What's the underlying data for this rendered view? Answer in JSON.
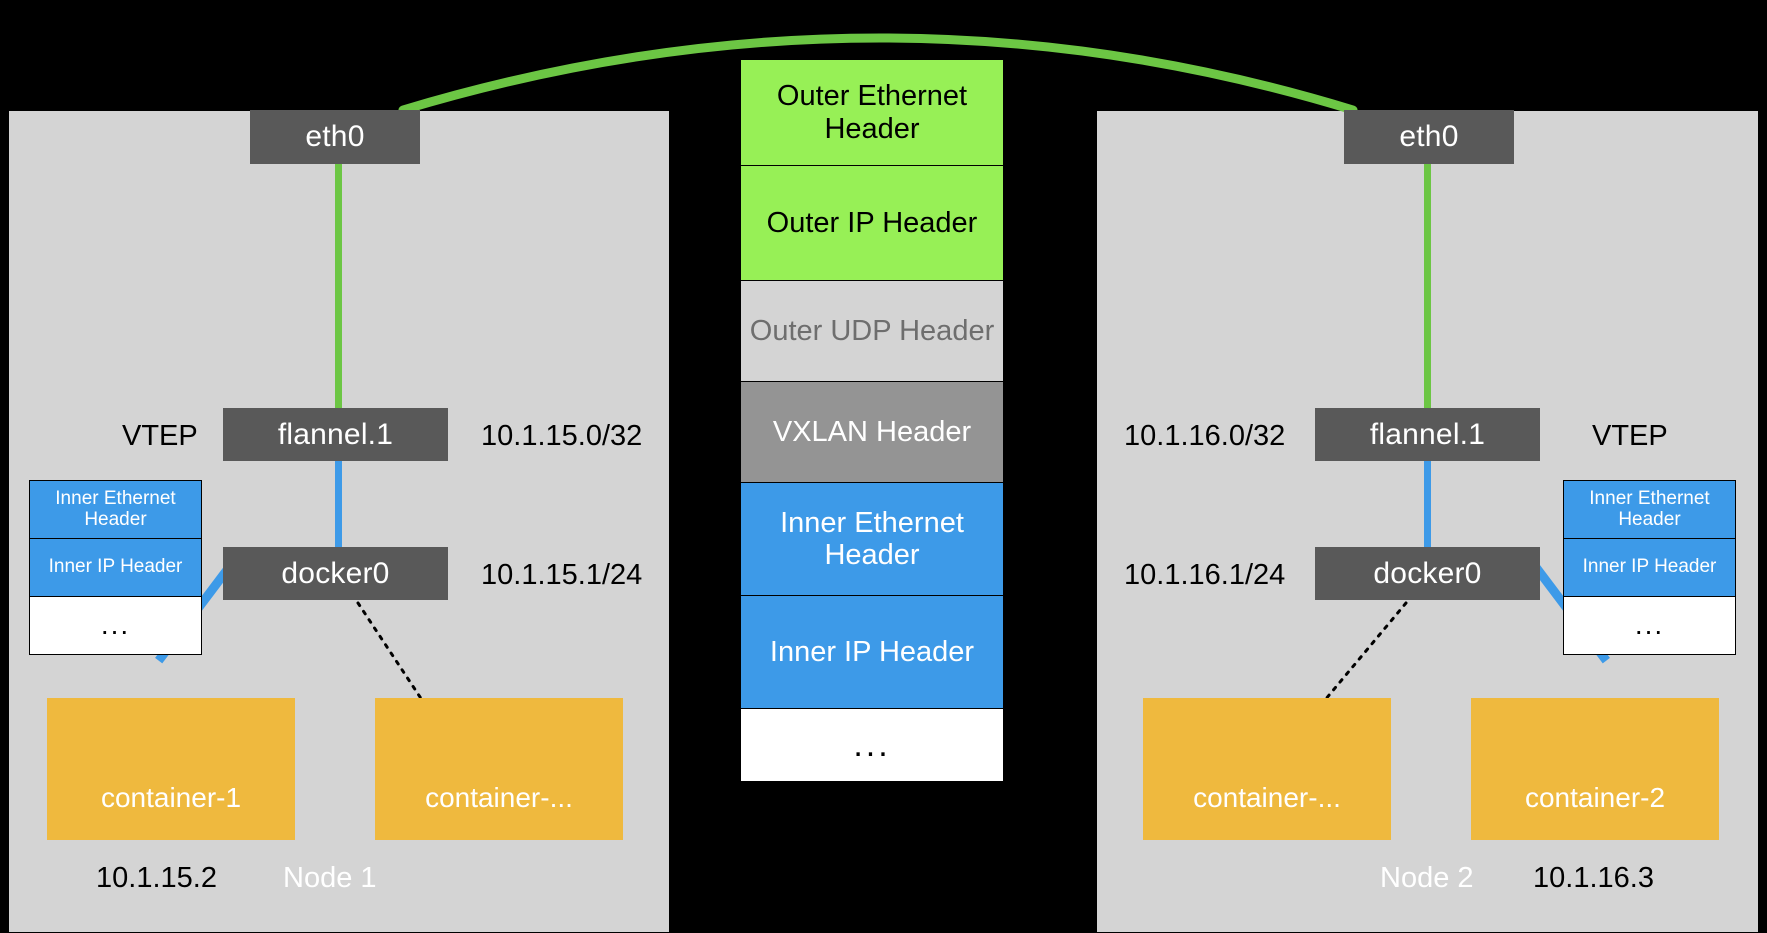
{
  "colors": {
    "background": "#000000",
    "node_panel": "#d4d4d4",
    "device": "#595959",
    "container": "#efb93e",
    "link_green": "#6cc644",
    "link_blue": "#3d9ae8",
    "outer_header_green": "#97f056",
    "udp_light_gray": "#d4d4d4",
    "vxlan_gray": "#949494",
    "inner_header_blue": "#3d9ae8",
    "ellipsis_white": "#ffffff"
  },
  "packet_stack": {
    "rows": [
      {
        "label": "Outer Ethernet Header",
        "style": "green"
      },
      {
        "label": "Outer IP Header",
        "style": "green"
      },
      {
        "label": "Outer UDP Header",
        "style": "light-gray"
      },
      {
        "label": "VXLAN Header",
        "style": "gray"
      },
      {
        "label": "Inner Ethernet Header",
        "style": "blue"
      },
      {
        "label": "Inner IP Header",
        "style": "blue"
      },
      {
        "label": "...",
        "style": "white"
      }
    ]
  },
  "mini_packet": {
    "rows": [
      {
        "label": "Inner Ethernet Header",
        "style": "blue"
      },
      {
        "label": "Inner IP Header",
        "style": "blue"
      },
      {
        "label": "...",
        "style": "white"
      }
    ]
  },
  "node_left": {
    "name": "Node 1",
    "eth0": "eth0",
    "flannel": "flannel.1",
    "docker0": "docker0",
    "vtep_label": "VTEP",
    "flannel_cidr": "10.1.15.0/32",
    "docker_cidr": "10.1.15.1/24",
    "container_1": "container-1",
    "container_2": "container-...",
    "container_1_ip": "10.1.15.2"
  },
  "node_right": {
    "name": "Node 2",
    "eth0": "eth0",
    "flannel": "flannel.1",
    "docker0": "docker0",
    "vtep_label": "VTEP",
    "flannel_cidr": "10.1.16.0/32",
    "docker_cidr": "10.1.16.1/24",
    "container_1": "container-...",
    "container_2": "container-2",
    "container_2_ip": "10.1.16.3"
  }
}
